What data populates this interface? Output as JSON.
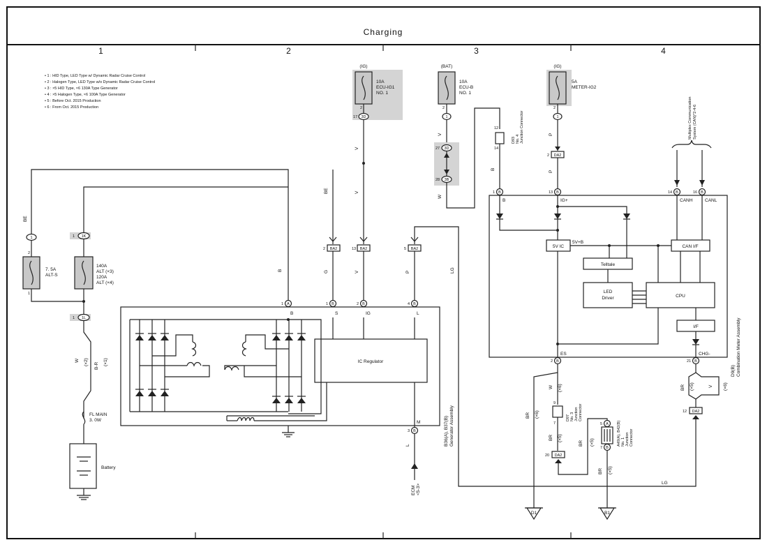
{
  "title": "Charging",
  "columns": [
    "1",
    "2",
    "3",
    "4"
  ],
  "notes": [
    "• 1 : HID Type,  LED Type w/ Dynamic Radar Cruise Control",
    "• 2 : Halogen Type,  LED Type w/o Dynamic Radar Cruise Control",
    "• 3 : ×5 HID Type,  ×6 130A Type Generator",
    "• 4 : ×5 Halogen Type,  ×6 100A Type Generator",
    "• 5 : Before Oct.  2015 Production",
    "• 6 : From Oct.  2015 Production"
  ],
  "power_sources": {
    "ig": "(IG)",
    "bat": "(BAT)"
  },
  "fuses": {
    "ecu_ig1": [
      "10A",
      "ECU-IG1",
      "NO. 1"
    ],
    "ecu_b": [
      "10A",
      "ECU-B",
      "NO. 1"
    ],
    "meter_ig2": [
      "5A",
      "METER-IG2"
    ],
    "alt_s": [
      "7. 5A",
      "ALT-S"
    ],
    "alt": [
      "140A",
      "ALT (×3)",
      "120A",
      "ALT (×4)"
    ],
    "fl_main": [
      "FL MAIN",
      "3. 0W"
    ]
  },
  "battery_label": "Battery",
  "connectors": {
    "c1": "1",
    "c1k": "1K",
    "c1l": "1L",
    "c3d": "3D",
    "c3b": "3B",
    "ba2": "BA2",
    "da2": "DA2",
    "pin_a": "A",
    "pin_b": "B",
    "pin_m": "M",
    "pin_l": "L"
  },
  "wire_colors": {
    "be": "BE",
    "b": "B",
    "g": "G",
    "v": "V",
    "p": "P",
    "lg": "LG",
    "w": "W",
    "br": "BR",
    "br_r": "B-R",
    "l": "L",
    "s2": "(×2)",
    "s1": "(×1)",
    "s5": "(×5)",
    "s6": "(×6)"
  },
  "pins": {
    "p1": "1",
    "p2": "2",
    "p3": "3",
    "p4": "4",
    "p5": "5",
    "p7": "7",
    "p9": "9",
    "p12": "12",
    "p13": "13",
    "p14": "14",
    "p16": "16",
    "p17": "17",
    "p20": "20",
    "p21": "21",
    "p27": "27",
    "p28": "28"
  },
  "generator": {
    "terms": {
      "b": "B",
      "s": "S",
      "ig": "IG",
      "l": "L"
    },
    "ic_regulator": "IC Regulator",
    "code": "B36(A), B37(B)",
    "name": "Generator Assembly"
  },
  "meter": {
    "terms": {
      "b": "B",
      "ig": "IG+",
      "canh": "CANH",
      "canl": "CANL",
      "es": "ES",
      "chg": "CHG-"
    },
    "blocks": {
      "vic": "5V IC",
      "vb": "5V+B",
      "canif": "CAN I/F",
      "telltale": "Telltale",
      "led_driver_1": "LED",
      "led_driver_2": "Driver",
      "cpu": "CPU",
      "if": "I/F"
    },
    "code": "D9(B)",
    "name": "Combination Meter Assembly"
  },
  "junctions": {
    "d93": [
      "D93",
      "No. 4",
      "Junction Connector"
    ],
    "d97": [
      "D97",
      "No. 3",
      "Junction",
      "Connector"
    ],
    "a49": [
      "A49(A), B42(B)",
      "No. 1",
      "Junction",
      "Connector"
    ]
  },
  "multiplex": [
    "Multiplex Communication",
    "System (CAN)*2-4-6"
  ],
  "ecm": [
    "ECM",
    "<5-3>"
  ],
  "grounds": {
    "d1": "D1",
    "b1": "B1"
  }
}
